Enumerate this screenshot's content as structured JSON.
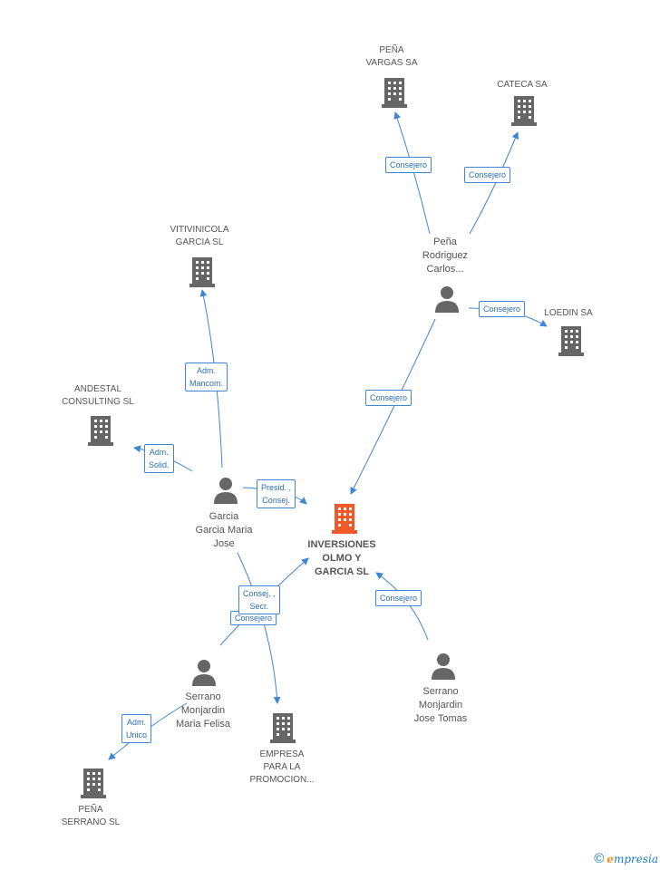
{
  "colors": {
    "edge": "#3f86d4",
    "icon": "#666666",
    "icon_center": "#f05a28",
    "label_text": "#555555",
    "edge_text": "#2b6fb8"
  },
  "nodes": {
    "pena_vargas": {
      "label": "PEÑA\nVARGAS SA",
      "kind": "company"
    },
    "cateca": {
      "label": "CATECA SA",
      "kind": "company"
    },
    "vitivinicola": {
      "label": "VITIVINICOLA\nGARCIA SL",
      "kind": "company"
    },
    "pena_rodriguez": {
      "label": "Peña\nRodriguez\nCarlos...",
      "kind": "person"
    },
    "loedin": {
      "label": "LOEDIN SA",
      "kind": "company"
    },
    "andestal": {
      "label": "ANDESTAL\nCONSULTING SL",
      "kind": "company"
    },
    "garcia": {
      "label": "Garcia\nGarcia Maria\nJose",
      "kind": "person"
    },
    "inversiones": {
      "label": "INVERSIONES\nOLMO Y\nGARCIA SL",
      "kind": "company-center"
    },
    "serrano_felisa": {
      "label": "Serrano\nMonjardin\nMaria Felisa",
      "kind": "person"
    },
    "serrano_tomas": {
      "label": "Serrano\nMonjardin\nJose Tomas",
      "kind": "person"
    },
    "empresa": {
      "label": "EMPRESA\nPARA LA\nPROMOCION...",
      "kind": "company"
    },
    "pena_serrano": {
      "label": "PEÑA\nSERRANO SL",
      "kind": "company"
    }
  },
  "edge_labels": {
    "e1": "Consejero",
    "e2": "Consejero",
    "e3": "Consejero",
    "e4": "Consejero",
    "e5": "Adm.\nMancom.",
    "e6": "Adm.\nSolid.",
    "e7": "Presid. ,\nConsej.",
    "e8": "Consej. ,\nSecr.",
    "e9": "Consejero",
    "e10": "Consejero",
    "e11": "Adm.\nUnico"
  },
  "footer": {
    "copyright": "©",
    "brand_initial": "e",
    "brand_rest": "mpresia"
  }
}
